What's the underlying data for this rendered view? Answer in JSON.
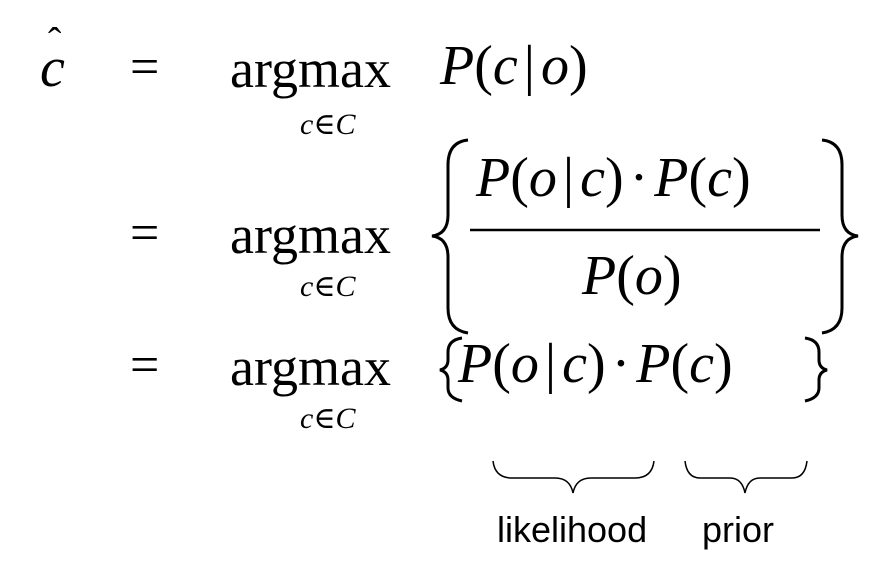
{
  "lhs": {
    "symbol": "c",
    "hat": "ˆ"
  },
  "equals": "=",
  "operator": "argmax",
  "operator_word1": "arg",
  "operator_word2": "max",
  "subscript": {
    "var": "c",
    "elem": "∈",
    "set": "C"
  },
  "line1": {
    "P": "P",
    "open": "(",
    "c": "c",
    "bar": "|",
    "o": "o",
    "close": ")"
  },
  "line2": {
    "num_P1": "P",
    "num_open1": "(",
    "num_o": "o",
    "num_bar": "|",
    "num_c": "c",
    "num_close1": ")",
    "dot": "·",
    "num_P2": "P",
    "num_open2": "(",
    "num_c2": "c",
    "num_close2": ")",
    "den_P": "P",
    "den_open": "(",
    "den_o": "o",
    "den_close": ")"
  },
  "line3": {
    "P1": "P",
    "open1": "(",
    "o": "o",
    "bar": "|",
    "c": "c",
    "close1": ")",
    "dot": "·",
    "P2": "P",
    "open2": "(",
    "c2": "c",
    "close2": ")"
  },
  "annotations": {
    "likelihood": "likelihood",
    "prior": "prior"
  }
}
